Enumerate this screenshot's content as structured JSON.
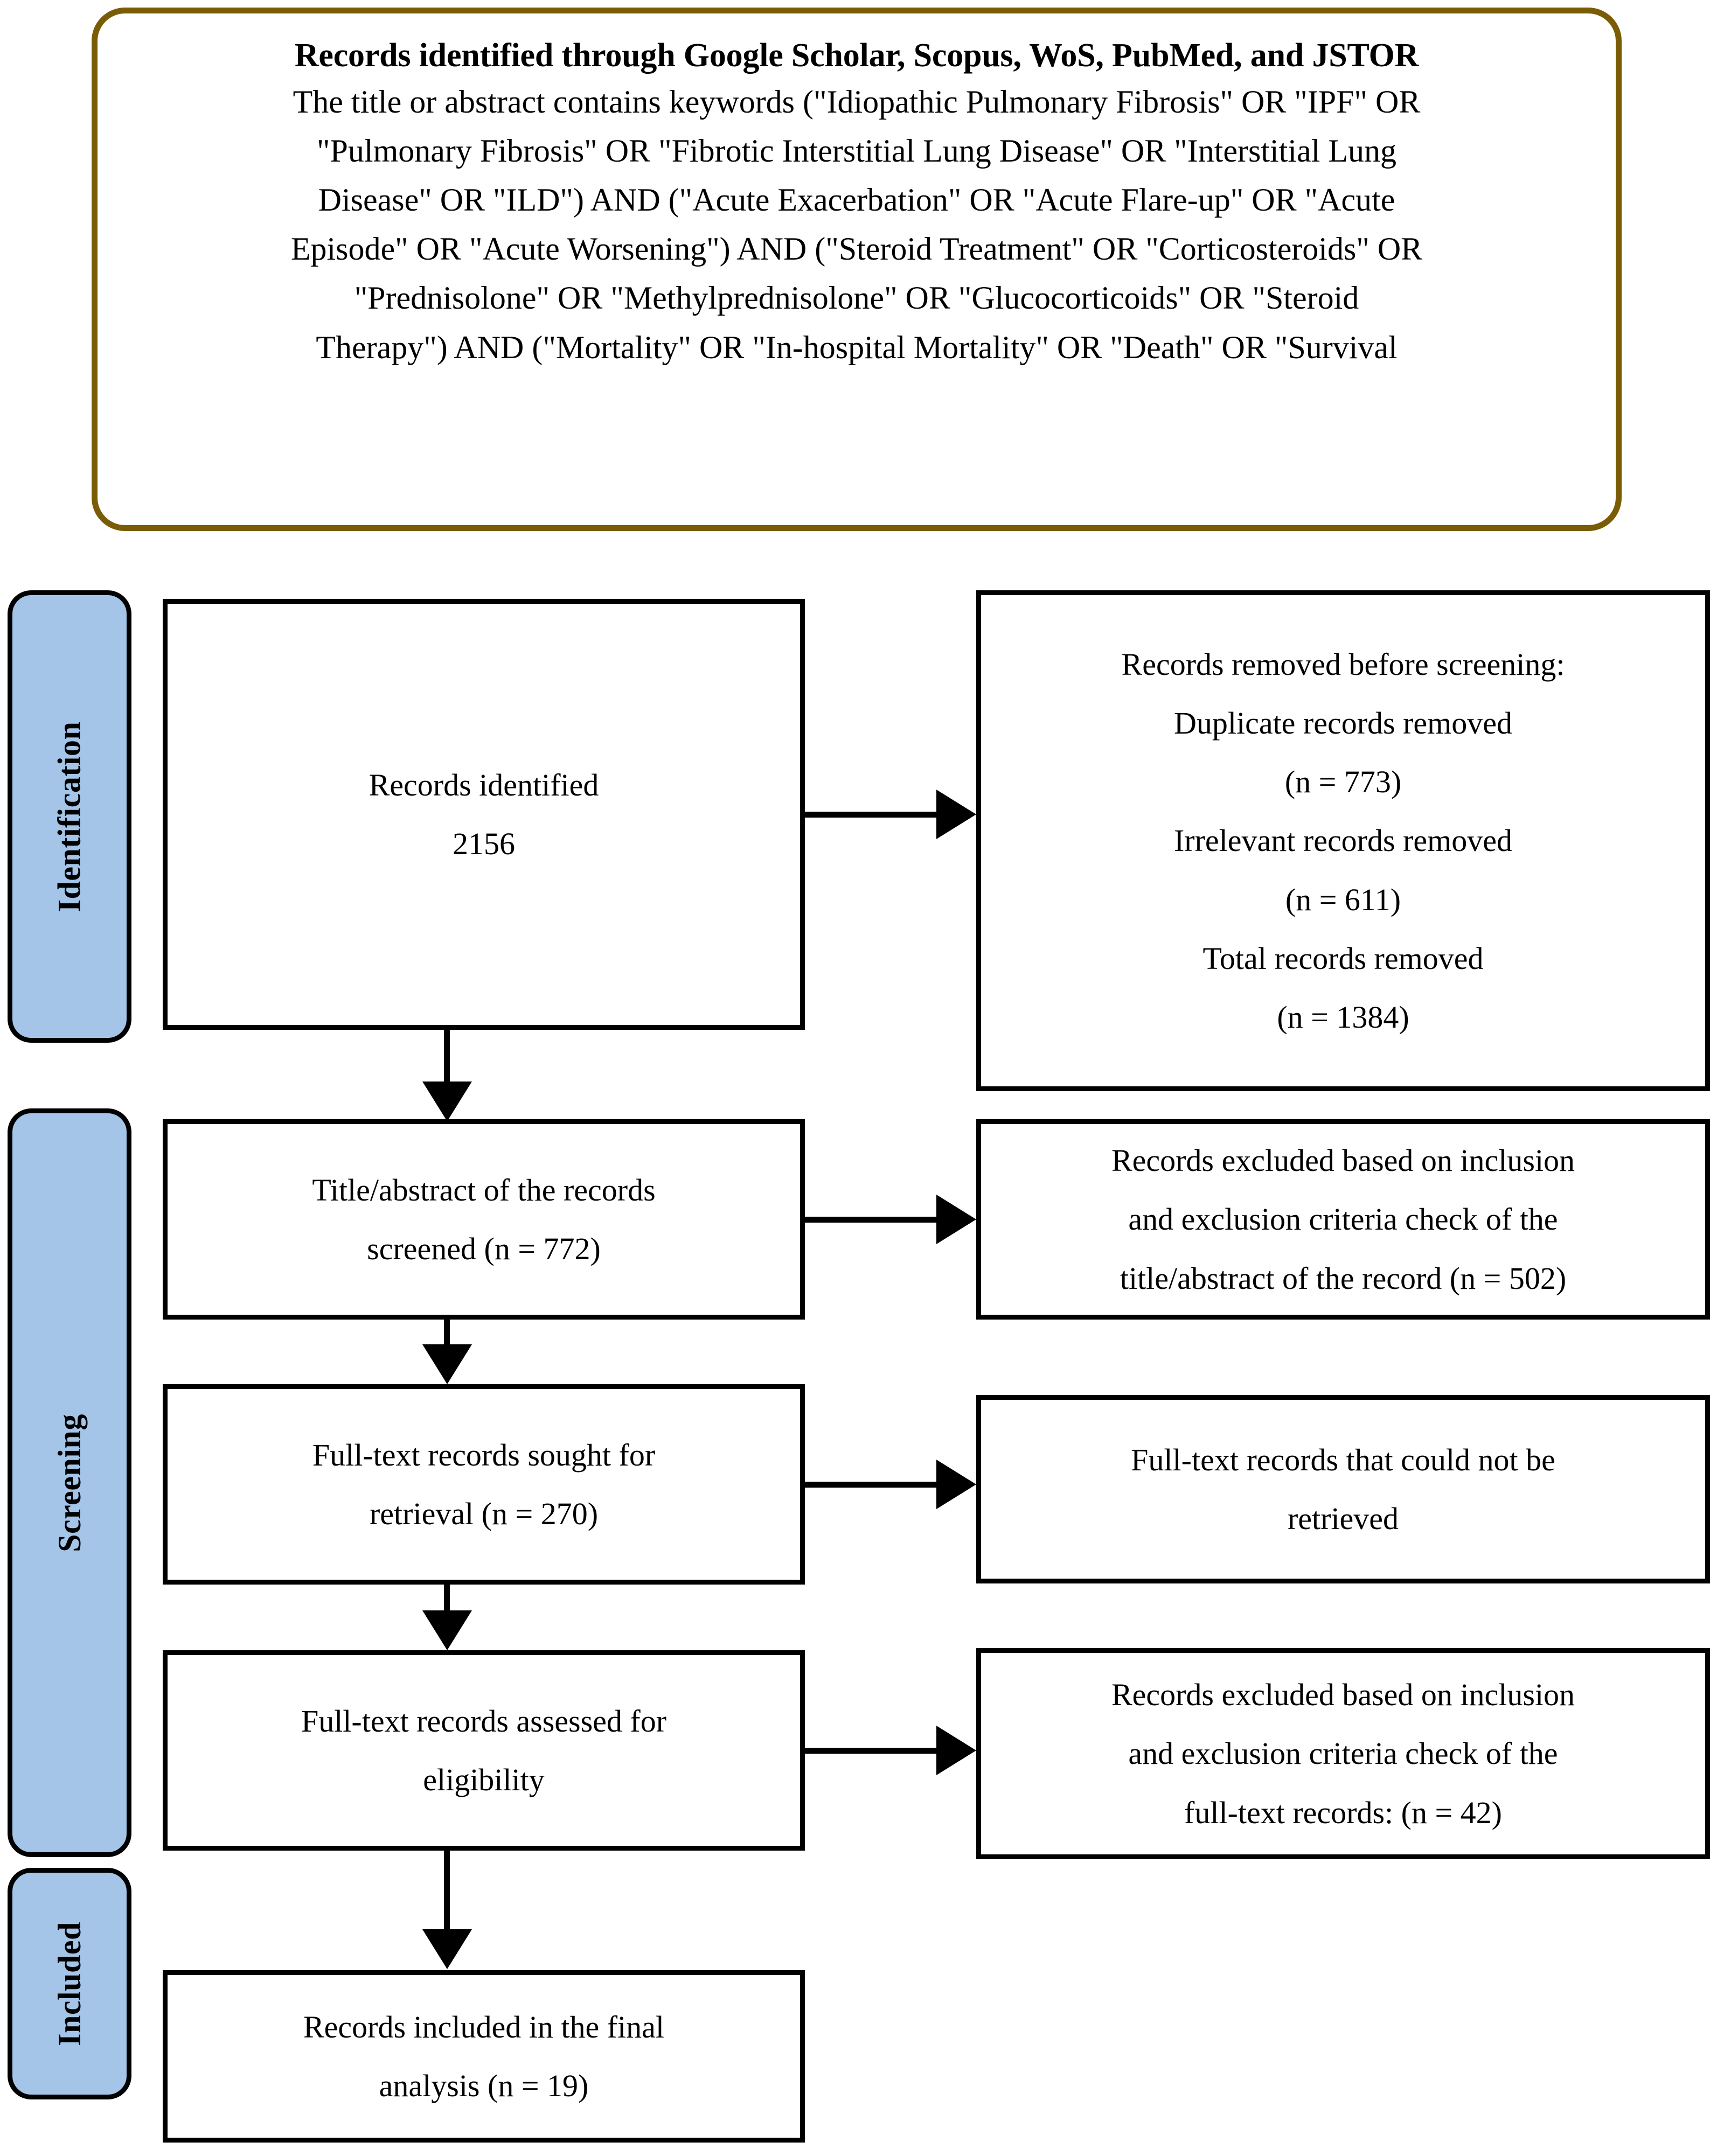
{
  "diagram": {
    "type": "prisma-flow-diagram",
    "colors": {
      "stage_fill": "#a4c5e8",
      "stage_border": "#000000",
      "search_box_border": "#7a5c06",
      "box_border": "#000000",
      "background": "#ffffff"
    }
  },
  "search_box": {
    "title": "Records identified through Google Scholar, Scopus, WoS, PubMed, and JSTOR",
    "lines": [
      "The title or abstract contains keywords (\"Idiopathic Pulmonary Fibrosis\" OR \"IPF\" OR",
      "\"Pulmonary Fibrosis\" OR \"Fibrotic Interstitial Lung Disease\" OR \"Interstitial Lung",
      "Disease\" OR \"ILD\") AND (\"Acute Exacerbation\" OR \"Acute Flare-up\" OR \"Acute",
      "Episode\" OR \"Acute Worsening\") AND (\"Steroid Treatment\" OR \"Corticosteroids\" OR",
      "\"Prednisolone\" OR \"Methylprednisolone\" OR \"Glucocorticoids\" OR \"Steroid",
      "Therapy\") AND (\"Mortality\" OR \"In-hospital Mortality\" OR \"Death\" OR \"Survival"
    ]
  },
  "stages": [
    {
      "id": "identification",
      "label": "Identification"
    },
    {
      "id": "screening",
      "label": "Screening"
    },
    {
      "id": "included",
      "label": "Included"
    }
  ],
  "boxes": {
    "identified": {
      "lines": [
        "Records identified",
        "2156"
      ],
      "count": 2156
    },
    "removed": {
      "lines": [
        "Records removed before screening:",
        "Duplicate records removed",
        "(n = 773)",
        "Irrelevant records removed",
        "(n = 611)",
        "Total records removed",
        "(n = 1384)"
      ],
      "duplicate_removed": 773,
      "irrelevant_removed": 611,
      "total_removed": 1384
    },
    "screened": {
      "lines": [
        "Title/abstract of the records",
        "screened (n = 772)"
      ],
      "count": 772
    },
    "excluded_title_abstract": {
      "lines": [
        "Records excluded based on inclusion",
        "and exclusion criteria check of the",
        "title/abstract of the record (n = 502)"
      ],
      "count": 502
    },
    "sought_retrieval": {
      "lines": [
        "Full-text records sought for",
        "retrieval (n = 270)"
      ],
      "count": 270
    },
    "not_retrieved": {
      "lines": [
        "Full-text records that could not be",
        "retrieved"
      ],
      "count": null
    },
    "assessed_eligibility": {
      "lines": [
        "Full-text records assessed for",
        "eligibility"
      ],
      "count": null
    },
    "excluded_full_text": {
      "lines": [
        "Records excluded based on inclusion",
        "and exclusion criteria check of the",
        "full-text records: (n = 42)"
      ],
      "count": 42
    },
    "included_final": {
      "lines": [
        "Records included in the final",
        "analysis (n = 19)"
      ],
      "count": 19
    }
  }
}
